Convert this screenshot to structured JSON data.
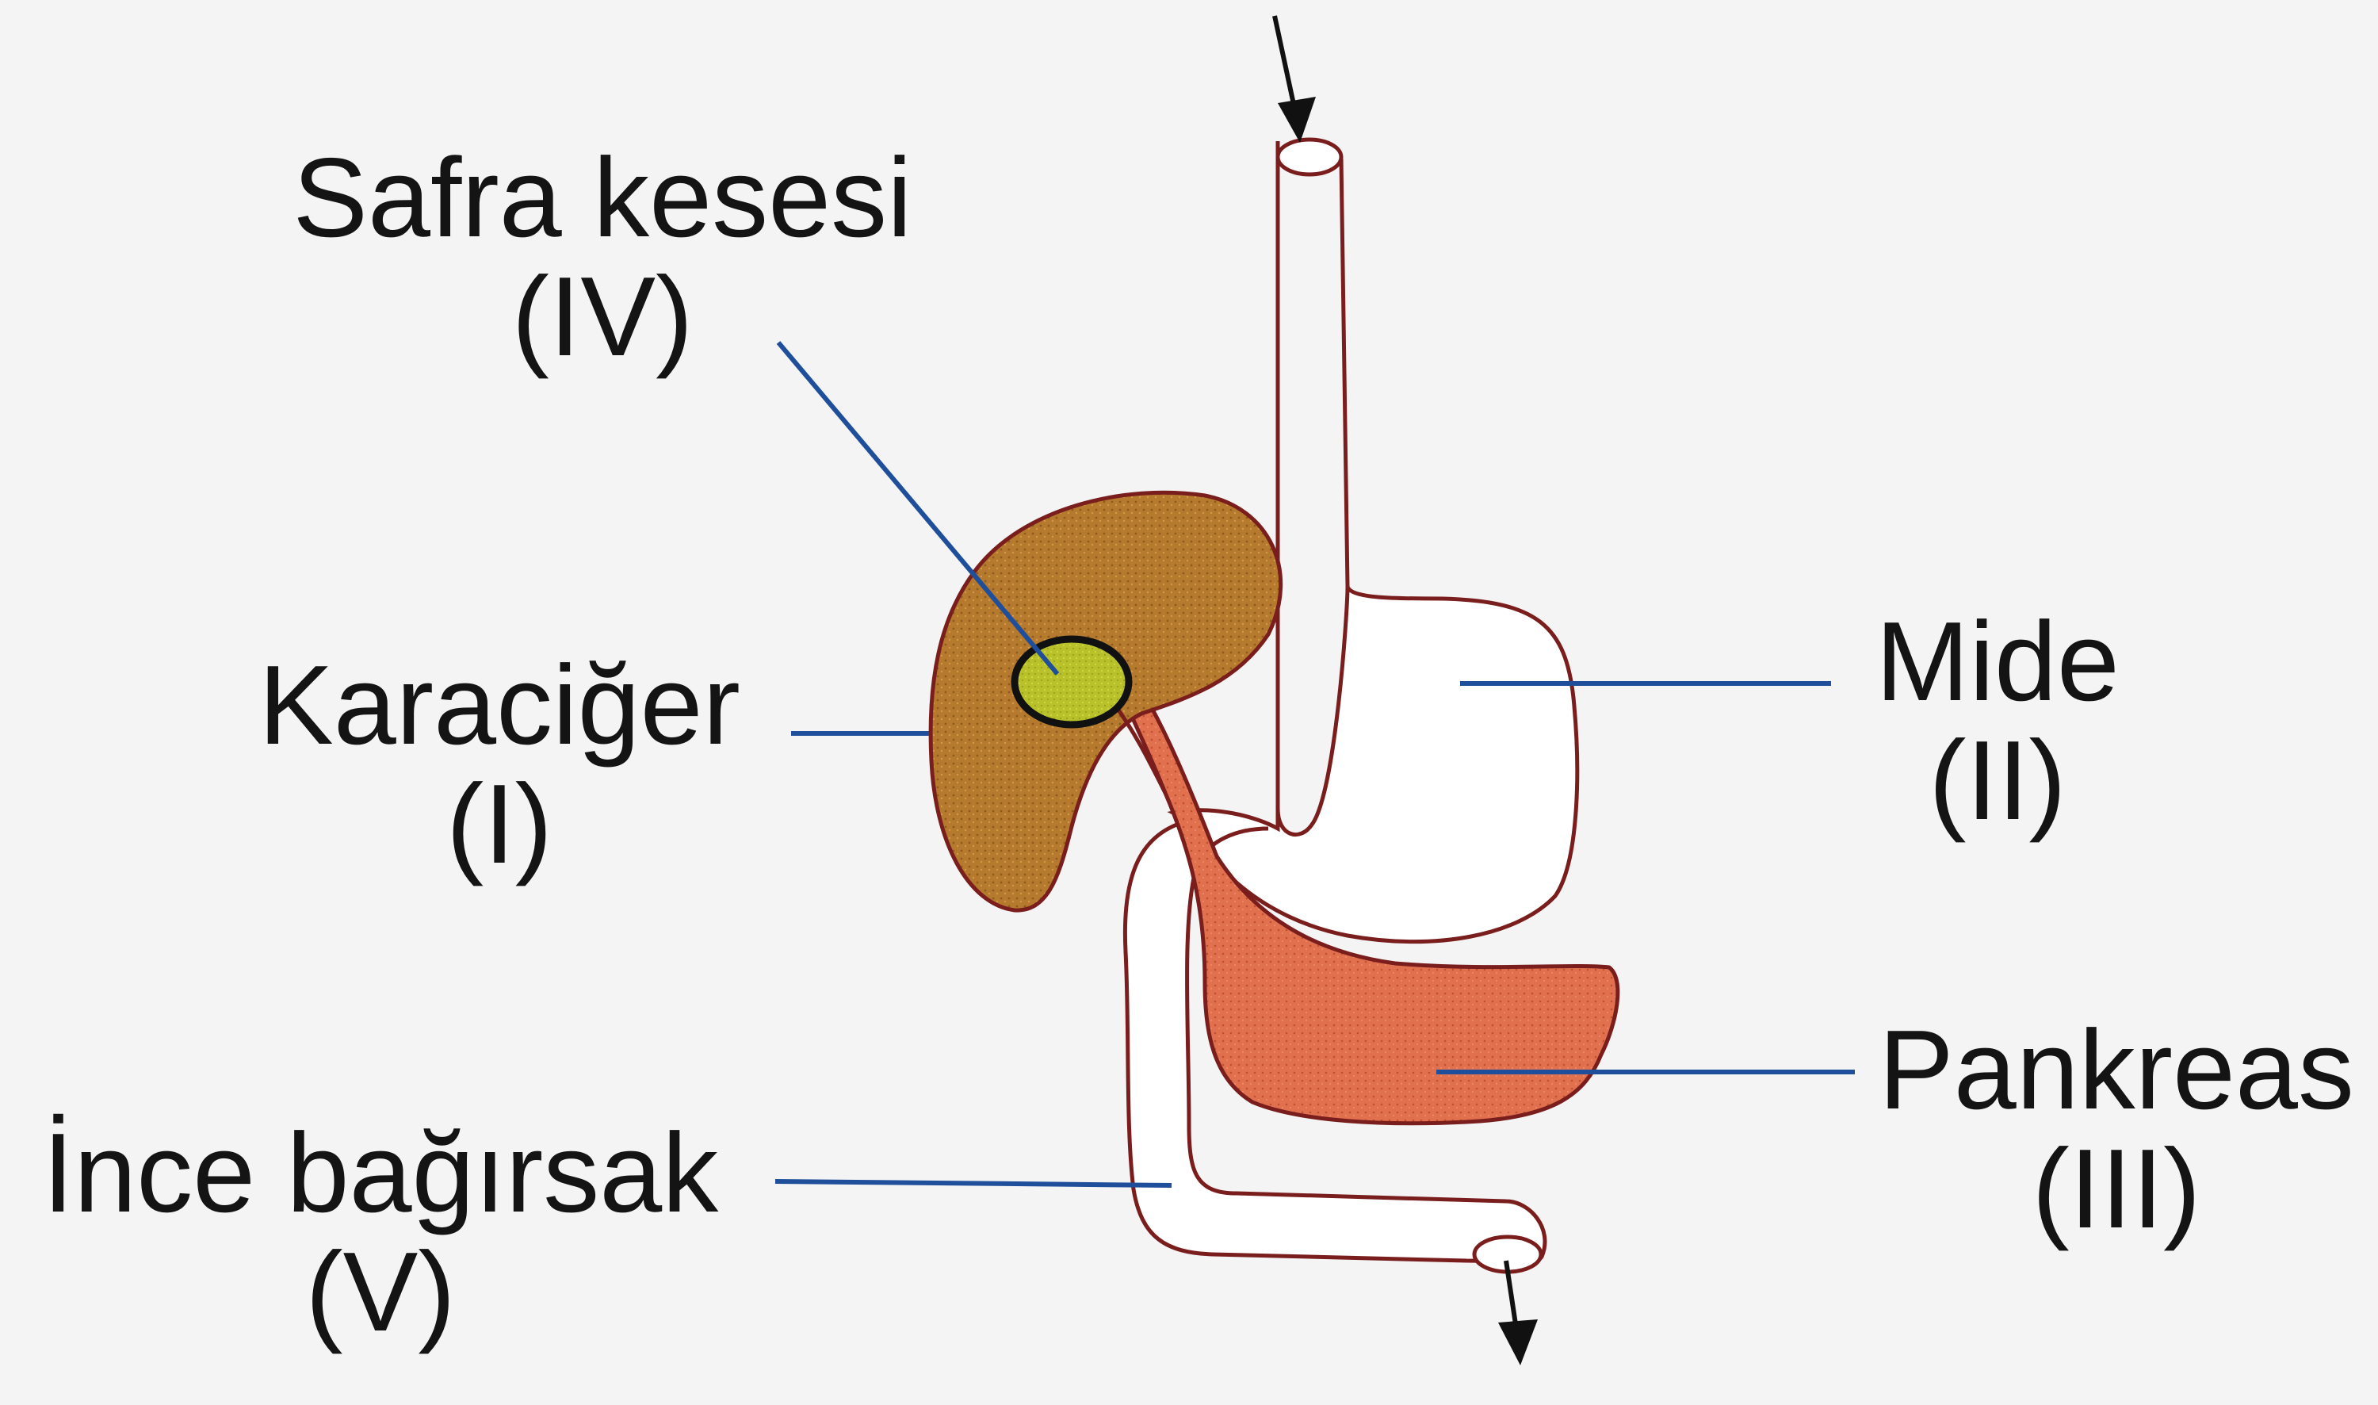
{
  "labels": {
    "gallbladder": {
      "name": "Safra kesesi",
      "numeral": "(IV)"
    },
    "liver": {
      "name": "Karaciğer",
      "numeral": "(I)"
    },
    "stomach": {
      "name": "Mide",
      "numeral": "(II)"
    },
    "pancreas": {
      "name": "Pankreas",
      "numeral": "(III)"
    },
    "small_intestine": {
      "name": "İnce bağırsak",
      "numeral": "(V)"
    }
  },
  "colors": {
    "liver_fill": "#b57a2e",
    "gallbladder_fill": "#b9c12a",
    "pancreas_fill": "#e0704e",
    "outline": "#7a1d1d",
    "leader_line": "#1f4e9a",
    "background": "#f4f4f5"
  }
}
